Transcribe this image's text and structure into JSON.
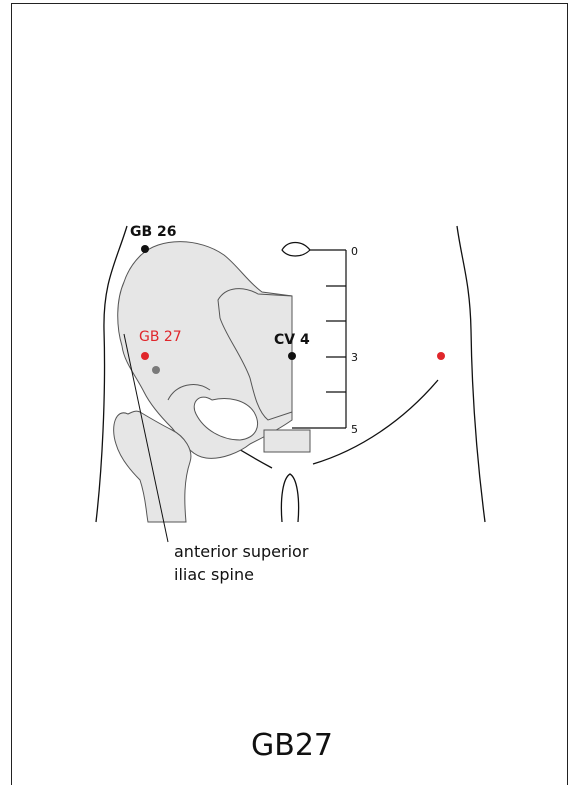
{
  "points": {
    "gb26": {
      "label": "GB 26",
      "color": "#111111"
    },
    "gb27": {
      "label": "GB 27",
      "color": "#e0262b"
    },
    "cv4": {
      "label": "CV 4",
      "color": "#111111"
    }
  },
  "scale": {
    "ticks": [
      "0",
      "3",
      "5"
    ]
  },
  "annotation": {
    "line1": "anterior superior",
    "line2": "iliac spine"
  },
  "title": "GB27",
  "colors": {
    "bone_fill": "#e6e6e6",
    "outline": "#555555",
    "accent": "#e0262b",
    "body_line": "#111111"
  }
}
